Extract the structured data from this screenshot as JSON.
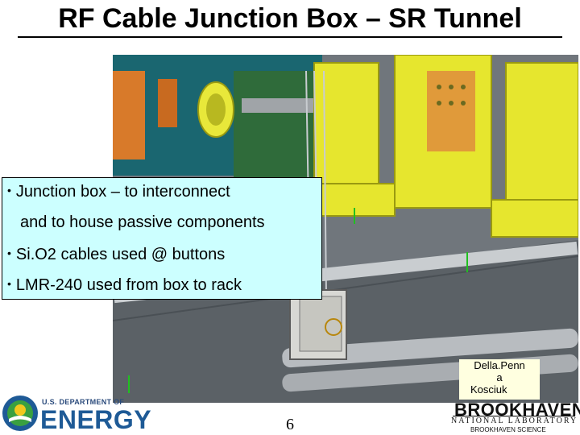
{
  "slide": {
    "title": "RF Cable Junction Box – SR Tunnel",
    "page_number": "6"
  },
  "callout": {
    "bullet_glyph": "•",
    "line1": "Junction box – to interconnect",
    "line2": "and  to house passive components",
    "line3": "Si.O2 cables used @ buttons",
    "line4": "LMR-240 used from box to rack"
  },
  "credit": {
    "line1": "Della.Penn",
    "line2": "a",
    "line3": "Kosciuk"
  },
  "doe_logo": {
    "department": "U.S. DEPARTMENT OF",
    "energy": "ENERGY"
  },
  "bnl_logo": {
    "name": "BROOKHAVEN",
    "subtitle": "NATIONAL LABORATORY",
    "footer": "BROOKHAVEN SCIENCE"
  },
  "colors": {
    "callout_background": "#ccffff",
    "magnet_yellow": "#e6e62e",
    "tunnel_teal": "#1a6670",
    "doe_blue": "#1e5a96"
  }
}
